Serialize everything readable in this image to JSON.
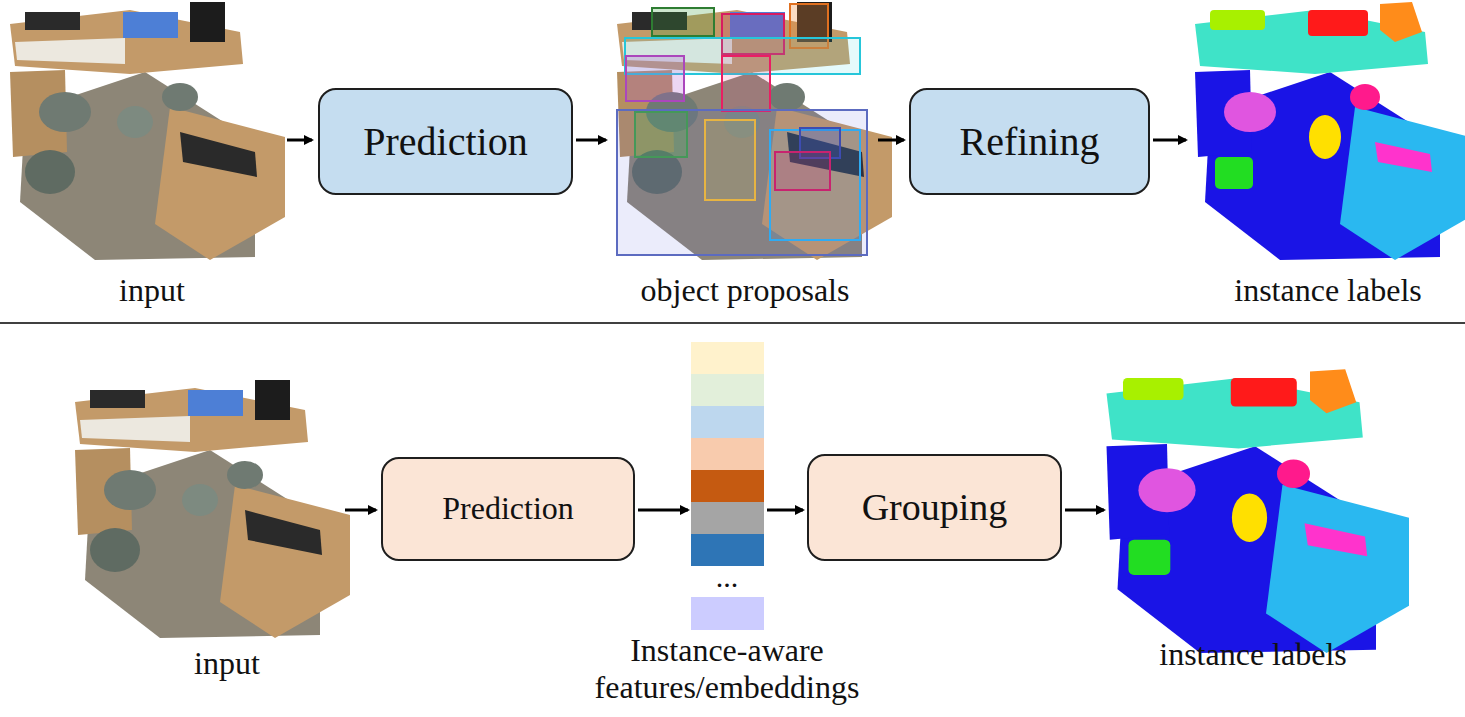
{
  "diagram": {
    "nodes": [
      {
        "text": [
          "Prediction"
        ]
      },
      {
        "text": [
          "Refining"
        ]
      },
      {
        "text": [
          "Prediction"
        ]
      },
      {
        "text": [
          "Grouping"
        ]
      }
    ],
    "labels": [
      "input",
      "object proposals",
      "instance labels",
      "input",
      "...",
      "Instance-aware features/embeddings",
      "instance labels"
    ]
  }
}
